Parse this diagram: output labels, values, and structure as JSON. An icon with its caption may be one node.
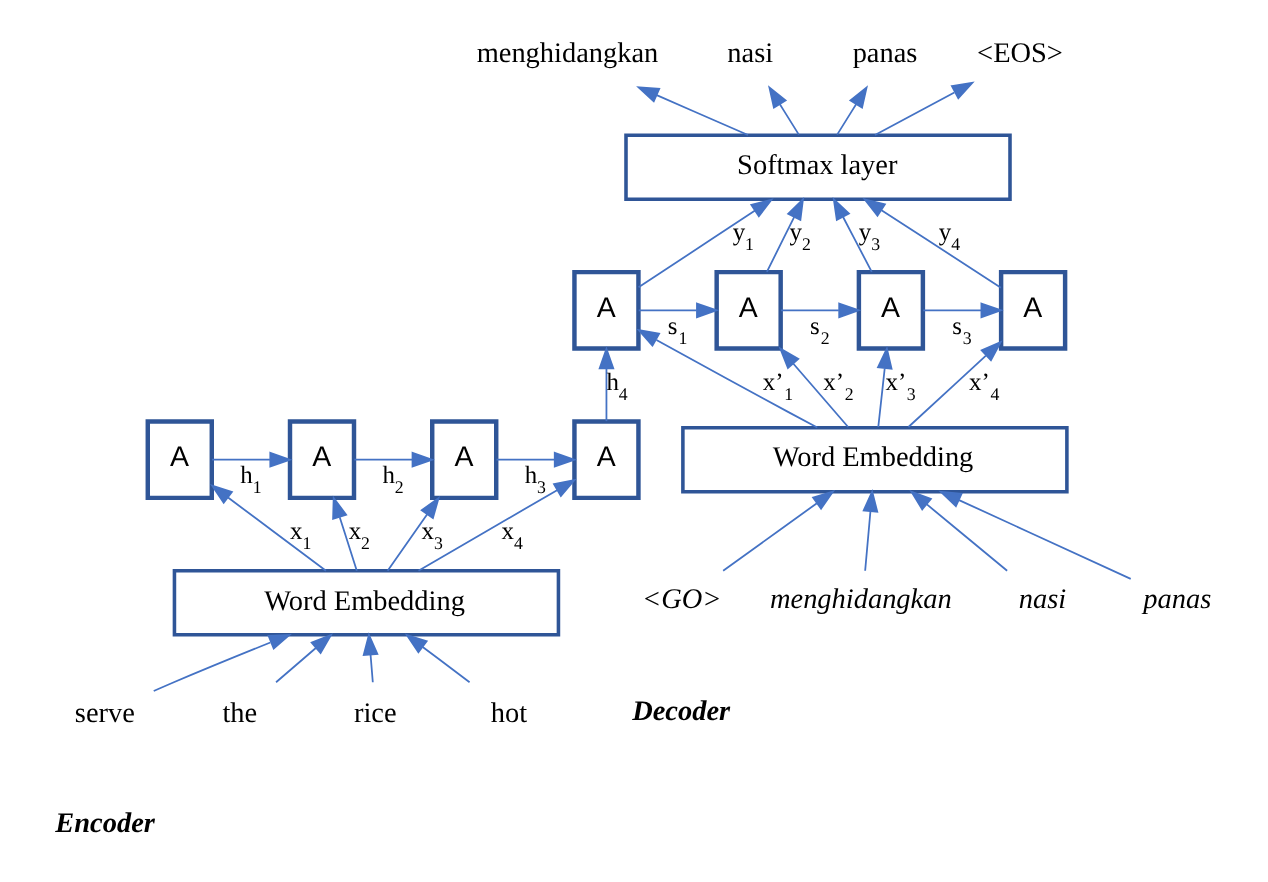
{
  "diagram": {
    "nodes": [
      {
        "text": [
          "menghidangkan"
        ]
      },
      {
        "text": [
          "nasi"
        ]
      },
      {
        "text": [
          "panas"
        ]
      },
      {
        "text": [
          "<EOS>"
        ]
      },
      {
        "text": [
          "Softmax layer"
        ]
      },
      {
        "text": [
          "A"
        ]
      },
      {
        "text": [
          "A"
        ]
      },
      {
        "text": [
          "A"
        ]
      },
      {
        "text": [
          "A"
        ]
      },
      {
        "text": [
          "A"
        ]
      },
      {
        "text": [
          "A"
        ]
      },
      {
        "text": [
          "A"
        ]
      },
      {
        "text": [
          "A"
        ]
      },
      {
        "text": [
          "Word Embedding"
        ]
      },
      {
        "text": [
          "Word Embedding"
        ]
      },
      {
        "text": [
          "serve"
        ]
      },
      {
        "text": [
          "the"
        ]
      },
      {
        "text": [
          "rice"
        ]
      },
      {
        "text": [
          "hot"
        ]
      },
      {
        "text": [
          "<GO>"
        ]
      },
      {
        "text": [
          "menghidangkan"
        ]
      },
      {
        "text": [
          "nasi"
        ]
      },
      {
        "text": [
          "panas"
        ]
      }
    ],
    "edges": [
      {
        "from": 15,
        "to": 13,
        "arrow": "to"
      },
      {
        "from": 16,
        "to": 13,
        "arrow": "to"
      },
      {
        "from": 17,
        "to": 13,
        "arrow": "to"
      },
      {
        "from": 18,
        "to": 13,
        "arrow": "to"
      },
      {
        "from": 13,
        "to": 5,
        "arrow": "to",
        "label": "x$_{1}$"
      },
      {
        "from": 13,
        "to": 6,
        "arrow": "to",
        "label": "x$_{2}$"
      },
      {
        "from": 13,
        "to": 7,
        "arrow": "to",
        "label": "x$_{3}$"
      },
      {
        "from": 13,
        "to": 8,
        "arrow": "to",
        "label": "x$_{4}$"
      },
      {
        "from": 5,
        "to": 6,
        "arrow": "to",
        "label": "h$_{1}$"
      },
      {
        "from": 6,
        "to": 7,
        "arrow": "to",
        "label": "h$_{2}$"
      },
      {
        "from": 7,
        "to": 8,
        "arrow": "to",
        "label": "h$_{3}$"
      },
      {
        "from": 8,
        "to": 9,
        "arrow": "to",
        "label": "h$_{4}$"
      },
      {
        "from": 19,
        "to": 14,
        "arrow": "to"
      },
      {
        "from": 20,
        "to": 14,
        "arrow": "to"
      },
      {
        "from": 21,
        "to": 14,
        "arrow": "to"
      },
      {
        "from": 22,
        "to": 14,
        "arrow": "to"
      },
      {
        "from": 14,
        "to": 9,
        "arrow": "to",
        "label": "x’$_{1}$"
      },
      {
        "from": 14,
        "to": 10,
        "arrow": "to",
        "label": "x’$_{2}$"
      },
      {
        "from": 14,
        "to": 11,
        "arrow": "to",
        "label": "x’$_{3}$"
      },
      {
        "from": 14,
        "to": 12,
        "arrow": "to",
        "label": "x’$_{4}$"
      },
      {
        "from": 9,
        "to": 10,
        "arrow": "to",
        "label": "s$_{1}$"
      },
      {
        "from": 10,
        "to": 11,
        "arrow": "to",
        "label": "s$_{2}$"
      },
      {
        "from": 11,
        "to": 12,
        "arrow": "to",
        "label": "s$_{3}$"
      },
      {
        "from": 9,
        "to": 4,
        "arrow": "to",
        "label": "y$_{1}$"
      },
      {
        "from": 10,
        "to": 4,
        "arrow": "to",
        "label": "y$_{2}$"
      },
      {
        "from": 11,
        "to": 4,
        "arrow": "to",
        "label": "y$_{3}$"
      },
      {
        "from": 12,
        "to": 4,
        "arrow": "to",
        "label": "y$_{4}$"
      },
      {
        "from": 4,
        "to": 0,
        "arrow": "to"
      },
      {
        "from": 4,
        "to": 1,
        "arrow": "to"
      },
      {
        "from": 4,
        "to": 2,
        "arrow": "to"
      },
      {
        "from": 4,
        "to": 3,
        "arrow": "to"
      }
    ],
    "labels": [
      "Encoder",
      "Decoder"
    ]
  }
}
